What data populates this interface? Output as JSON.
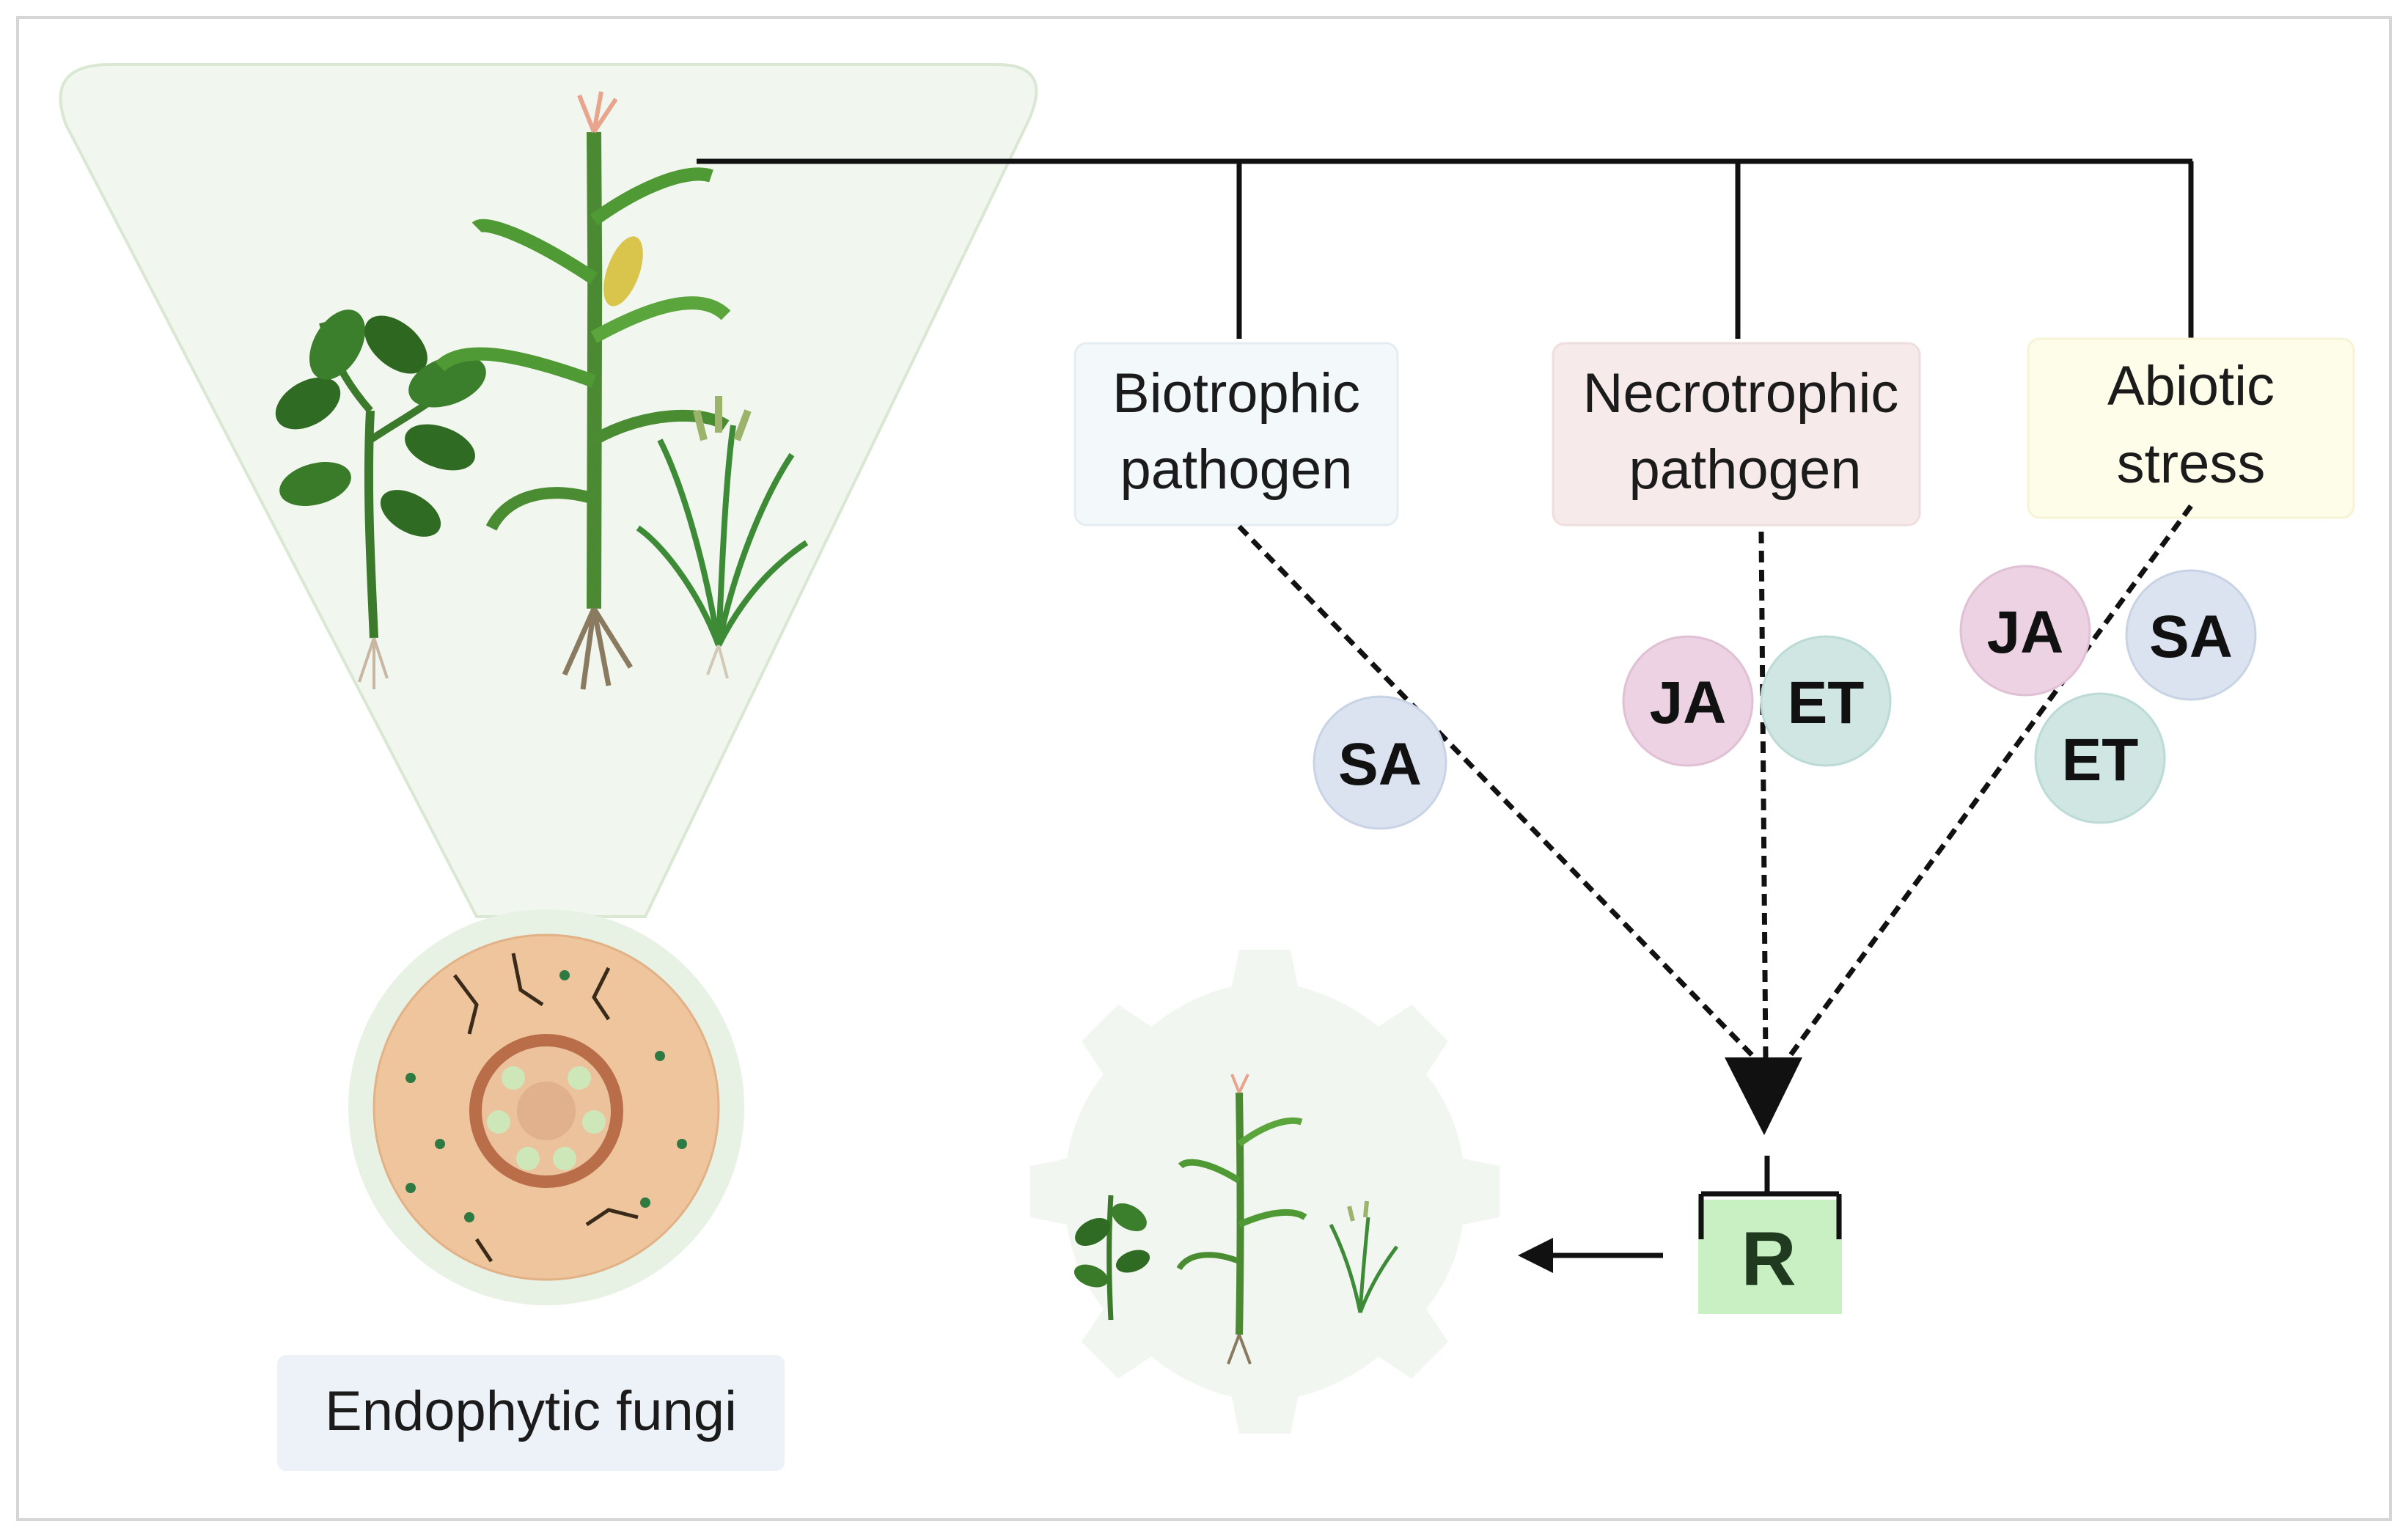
{
  "diagram": {
    "plant_group_label": "Endophytic fungi",
    "stress_boxes": [
      {
        "id": "biotrophic",
        "line1": "Biotrophic",
        "line2": "pathogen",
        "fill": "#f3f8fb"
      },
      {
        "id": "necrotrophic",
        "line1": "Necrotrophic",
        "line2": "pathogen",
        "fill": "#f6eaea"
      },
      {
        "id": "abiotic",
        "line1": "Abiotic",
        "line2": "stress",
        "fill": "#fefde9"
      }
    ],
    "hormones": {
      "biotrophic": [
        "SA"
      ],
      "necrotrophic": [
        "JA",
        "ET"
      ],
      "abiotic": [
        "JA",
        "SA",
        "ET"
      ]
    },
    "hormone_colors": {
      "SA": "#dbe3f0",
      "JA": "#ecd2e3",
      "ET": "#cfe6e3"
    },
    "resistance_label": "R",
    "resistance_fill": "#c9f0c2"
  }
}
